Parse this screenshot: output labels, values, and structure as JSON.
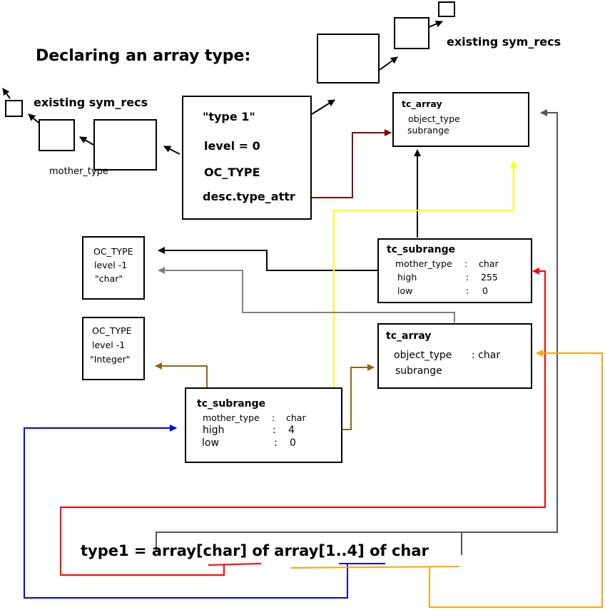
{
  "title": "Declaring an array type:",
  "existing_sym_recs": "existing sym_recs",
  "mother_type_label": "mother_type",
  "type_node": {
    "name": "\"type 1\"",
    "level": "level = 0",
    "kind": "OC_TYPE",
    "desc": "desc.type_attr"
  },
  "tc_array_top": {
    "heading": "tc_array",
    "object_type": "object_type",
    "subrange": "subrange"
  },
  "tc_subrange_char": {
    "heading": "tc_subrange",
    "mother_type": "mother_type",
    "mother_type_sep": ":",
    "mother_type_val": "char",
    "high": "high",
    "high_sep": ":",
    "high_val": "255",
    "low": "low",
    "low_sep": ":",
    "low_val": "0"
  },
  "oc_type_char": {
    "kind": "OC_TYPE",
    "level": "level -1",
    "name": "\"char\""
  },
  "oc_type_integer": {
    "kind": "OC_TYPE",
    "level": "level -1",
    "name": "\"Integer\""
  },
  "tc_array_inner": {
    "heading": "tc_array",
    "object_type": "object_type",
    "object_type_val": ": char",
    "subrange": "subrange"
  },
  "tc_subrange_int": {
    "heading": "tc_subrange",
    "mother_type": "mother_type",
    "mother_type_sep": ":",
    "mother_type_val": "char",
    "high": "high",
    "high_sep": ":",
    "high_val": "4",
    "low": "low",
    "low_sep": ":",
    "low_val": "0"
  },
  "formula": {
    "p1": "type1 = ",
    "p2": "array[",
    "p3": "char",
    "p4": "] of array[",
    "p5": "1..4",
    "p6": "] of char"
  },
  "colors": {
    "black": "#000000",
    "darkred": "#800000",
    "yellow": "#ffff00",
    "gray": "#808080",
    "darkgray": "#555555",
    "brown": "#8b6914",
    "red": "#ff0000",
    "blue": "#0000ff",
    "orange": "#ffa500"
  }
}
